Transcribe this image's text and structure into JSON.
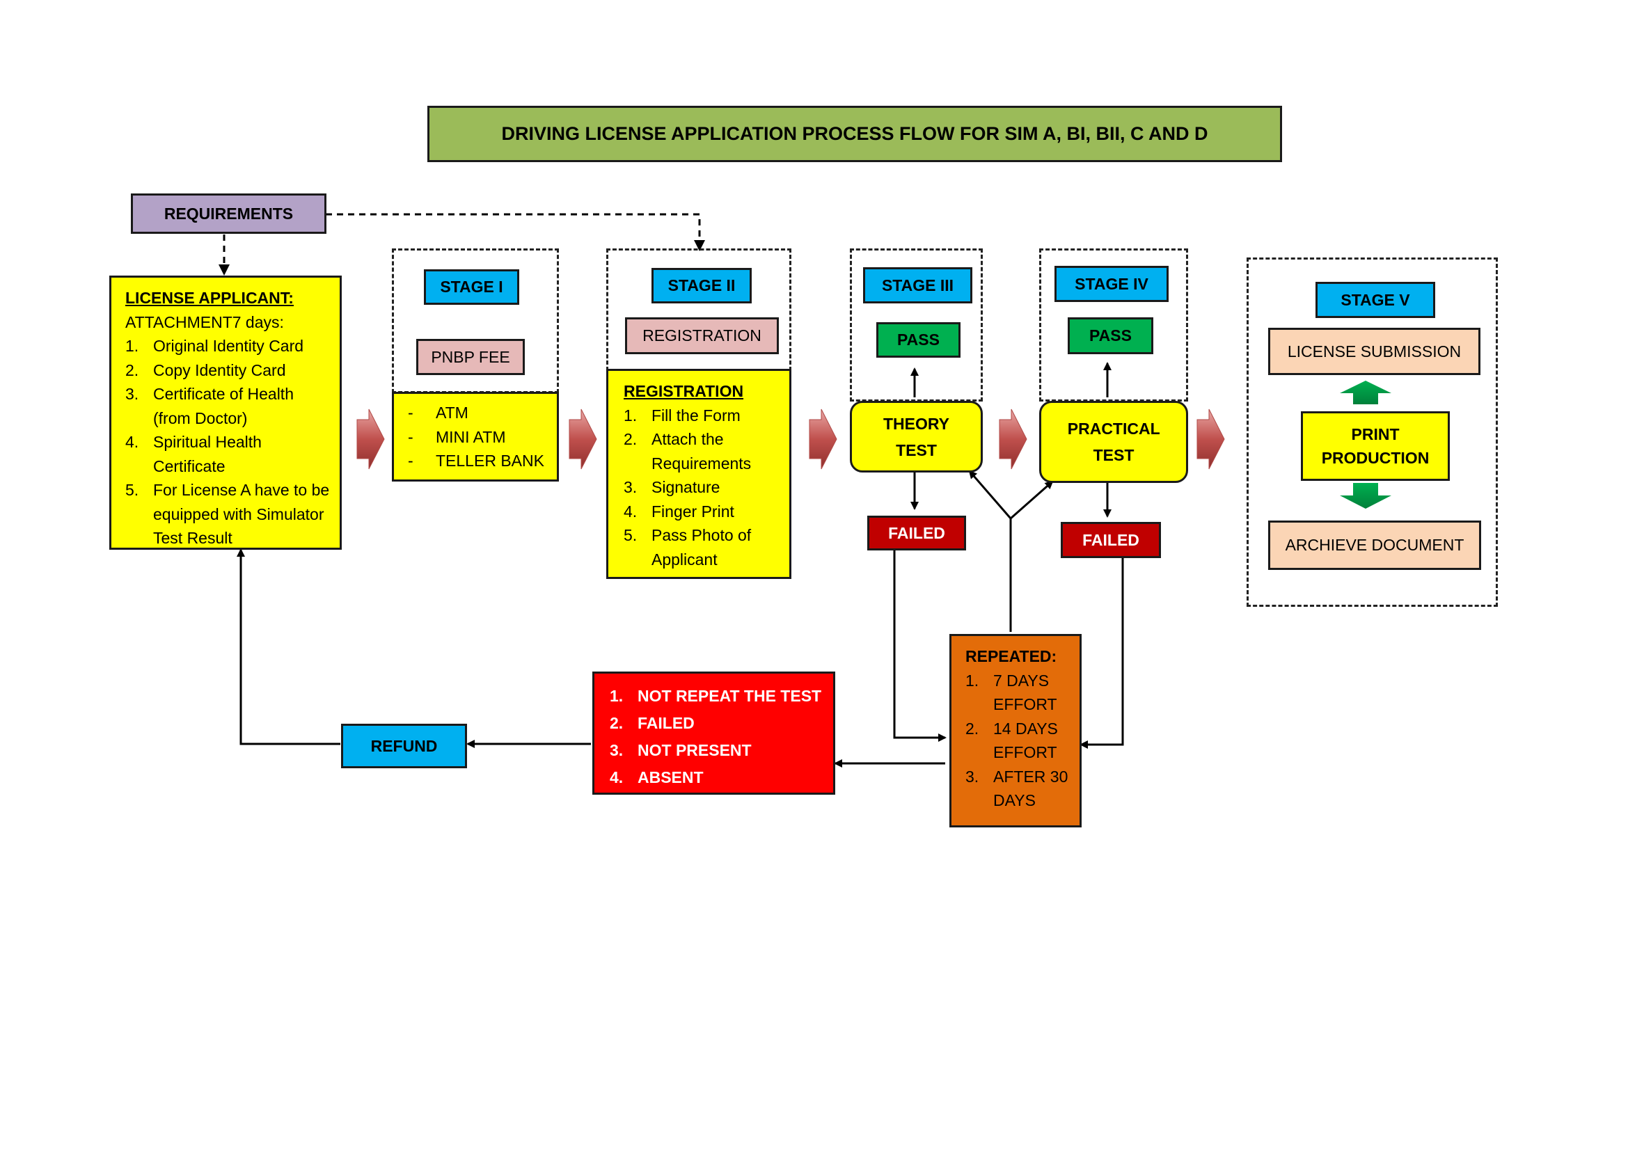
{
  "title": "DRIVING LICENSE APPLICATION PROCESS FLOW FOR SIM A, BI, BII, C AND D",
  "requirements": "REQUIREMENTS",
  "applicant": {
    "heading": "LICENSE APPLICANT:",
    "subheading": "ATTACHMENT7 days:",
    "items": [
      {
        "num": "1.",
        "text": "Original Identity Card"
      },
      {
        "num": "2.",
        "text": "Copy Identity Card"
      },
      {
        "num": "3.",
        "text": "Certificate of Health (from Doctor)"
      },
      {
        "num": "4.",
        "text": "Spiritual Health Certificate"
      },
      {
        "num": "5.",
        "text": "For License A have to be equipped with Simulator Test Result"
      }
    ]
  },
  "stage1": {
    "label": "STAGE I",
    "fee": "PNBP FEE",
    "items": [
      {
        "dash": "-",
        "text": "ATM"
      },
      {
        "dash": "-",
        "text": "MINI ATM"
      },
      {
        "dash": "-",
        "text": "TELLER BANK"
      }
    ]
  },
  "stage2": {
    "label": "STAGE II",
    "registration": "REGISTRATION",
    "heading": "REGISTRATION",
    "items": [
      {
        "num": "1.",
        "text": "Fill the Form"
      },
      {
        "num": "2.",
        "text": "Attach the Requirements"
      },
      {
        "num": "3.",
        "text": "Signature"
      },
      {
        "num": "4.",
        "text": "Finger Print"
      },
      {
        "num": "5.",
        "text": "Pass Photo of Applicant"
      }
    ]
  },
  "stage3": {
    "label": "STAGE III",
    "pass": "PASS",
    "test": "THEORY TEST",
    "failed": "FAILED"
  },
  "stage4": {
    "label": "STAGE IV",
    "pass": "PASS",
    "test": "PRACTICAL TEST",
    "failed": "FAILED"
  },
  "stage5": {
    "label": "STAGE V",
    "submission": "LICENSE SUBMISSION",
    "print": "PRINT PRODUCTION",
    "archive": "ARCHIEVE DOCUMENT"
  },
  "repeated": {
    "heading": "REPEATED:",
    "items": [
      {
        "num": "1.",
        "text": "7 DAYS EFFORT"
      },
      {
        "num": "2.",
        "text": "14 DAYS EFFORT"
      },
      {
        "num": "3.",
        "text": "AFTER 30 DAYS"
      }
    ]
  },
  "fail_reasons": [
    {
      "num": "1.",
      "text": "NOT REPEAT THE TEST"
    },
    {
      "num": "2.",
      "text": "FAILED"
    },
    {
      "num": "3.",
      "text": "NOT PRESENT"
    },
    {
      "num": "4.",
      "text": "ABSENT"
    }
  ],
  "refund": "REFUND",
  "colors": {
    "title_bg": "#9bbb59",
    "requirements_bg": "#b3a2c7",
    "yellow": "#ffff00",
    "stage_blue": "#00b0f0",
    "pink": "#e6b9b8",
    "pass_green": "#00b050",
    "failed_red": "#c00000",
    "reasons_red": "#ff0000",
    "repeated_orange": "#e36c09",
    "peach": "#fbd5b5",
    "arrow_red": "#c0504d"
  }
}
